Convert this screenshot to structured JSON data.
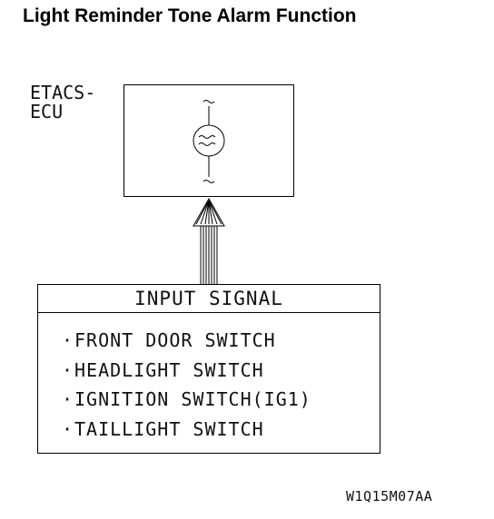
{
  "title": "Light Reminder Tone Alarm Function",
  "ecu": {
    "label_line1": "ETACS-",
    "label_line2": "ECU",
    "icon": "buzzer-icon"
  },
  "input_signal": {
    "heading": "INPUT SIGNAL",
    "items": [
      {
        "label": "FRONT DOOR SWITCH"
      },
      {
        "label": "HEADLIGHT SWITCH"
      },
      {
        "label": "IGNITION SWITCH(IG1)"
      },
      {
        "label": "TAILLIGHT SWITCH"
      }
    ],
    "bullet": "·"
  },
  "figure_code": "W1Q15M07AA"
}
